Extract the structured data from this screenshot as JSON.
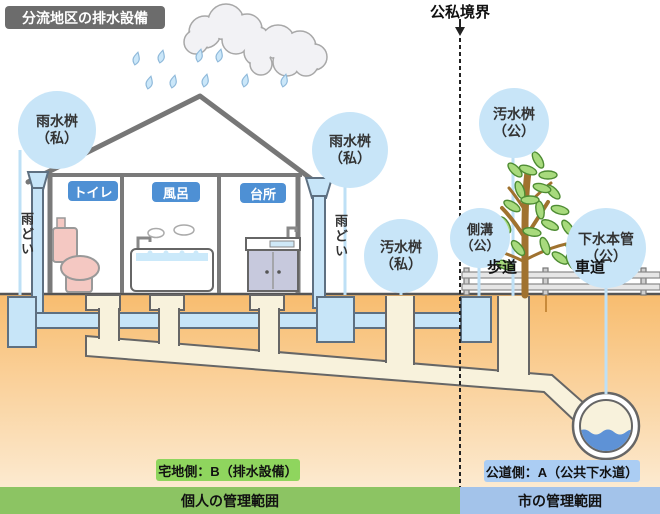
{
  "title": "分流地区の排水設備",
  "boundary_label": "公私境界",
  "basins": {
    "rain_left": [
      "雨水桝",
      "（私）"
    ],
    "rain_right": [
      "雨水桝",
      "（私）"
    ],
    "sewage_private": [
      "汚水桝",
      "（私）"
    ],
    "sewage_public": [
      "汚水桝",
      "（公）"
    ],
    "side_gutter": [
      "側溝",
      "（公）"
    ],
    "sewer_main": [
      "下水本管",
      "（公）"
    ]
  },
  "rooms": {
    "toilet": "トイレ",
    "bath": "風呂",
    "kitchen": "台所"
  },
  "gutters": {
    "left": "雨どい",
    "right": "雨どい"
  },
  "roads": {
    "sidewalk": "歩道",
    "roadway": "車道"
  },
  "footer": {
    "private_badge": "宅地側：B（排水設備）",
    "public_badge": "公道側：A（公共下水道）",
    "private_bar": "個人の管理範囲",
    "public_bar": "市の管理範囲"
  },
  "icons": {
    "cloud-icon": "☁",
    "raindrop-icon": "💧",
    "tree-icon": "🌳",
    "house-icon": "⌂",
    "boundary-arrow-icon": "↓"
  },
  "colors": {
    "label_circle": "#C8E5F8",
    "room_badge": "#4E90D4",
    "private_bar_green": "#8CC463",
    "private_badge_green": "#8FD55E",
    "public_bar_blue": "#A3C3EA",
    "public_badge_blue": "#ABCDF3",
    "ground_top": "#F8BC6E",
    "ground_bottom": "#FCEAD0",
    "rain_pipe_blue": "#C7E5F8",
    "sewage_pipe_cream": "#F8F2DC",
    "title_badge": "#6C6C6C",
    "tree_green": "#A8DA7D",
    "water_blue": "#5E92D6"
  }
}
